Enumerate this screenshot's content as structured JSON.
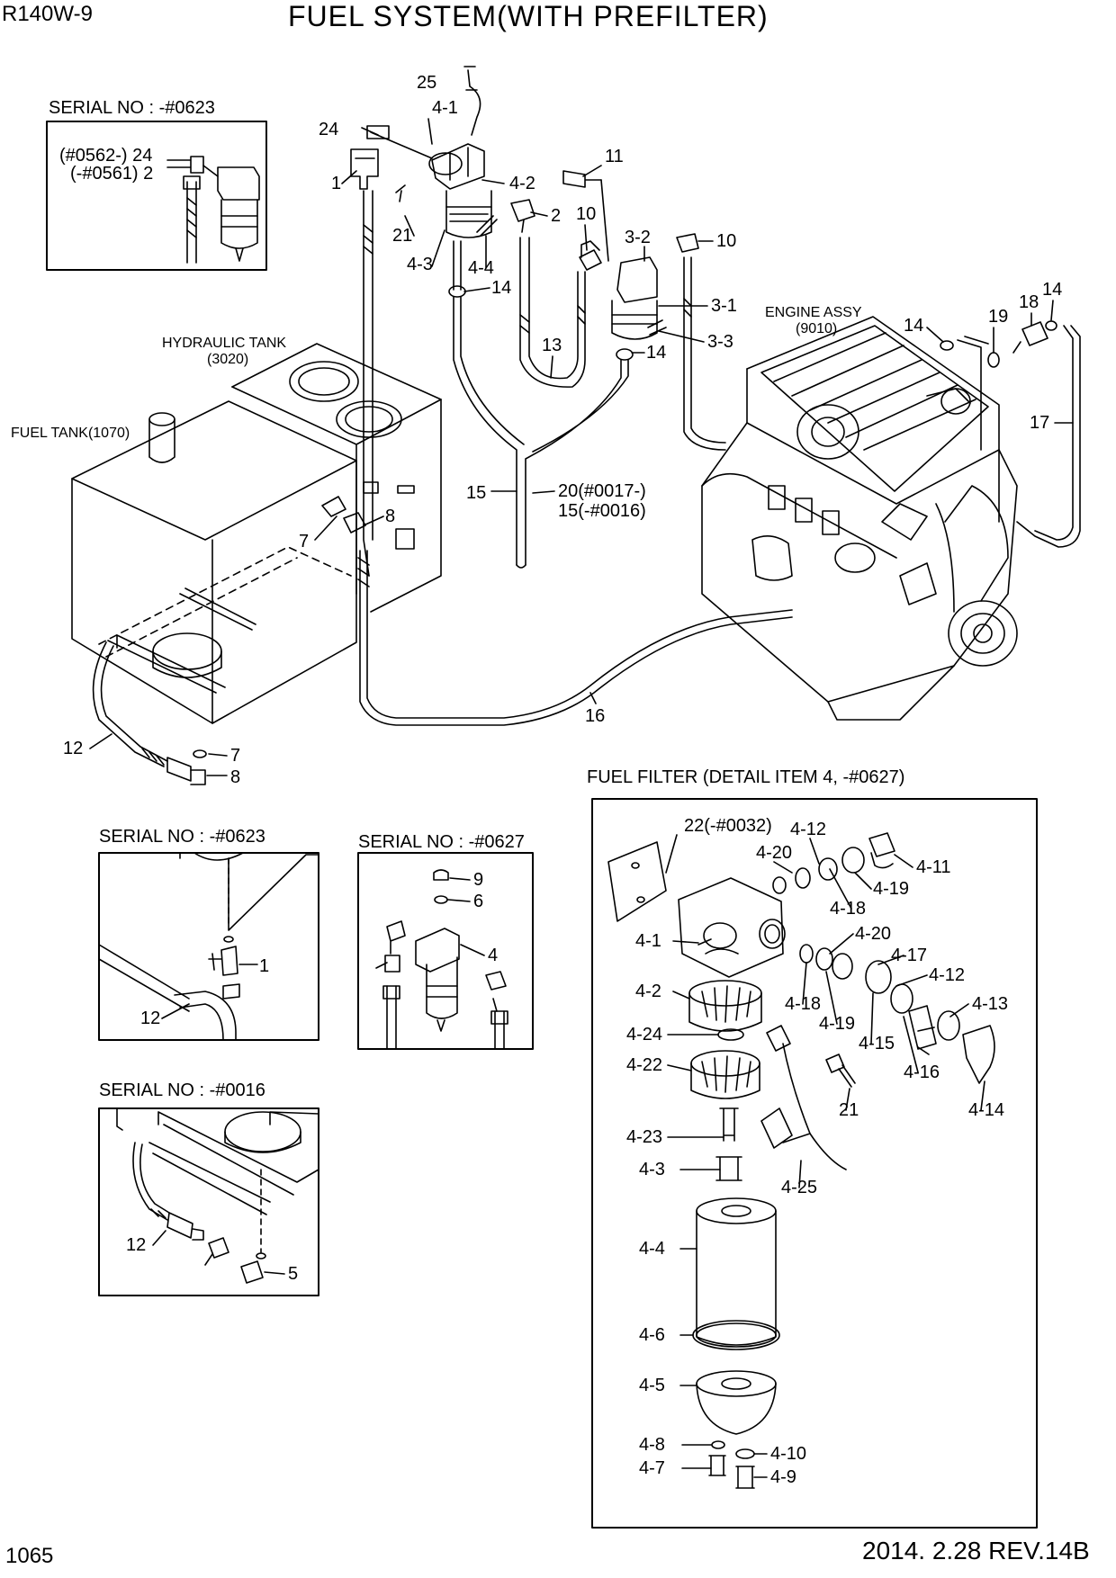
{
  "header": {
    "model": "R140W-9",
    "title": "FUEL SYSTEM(WITH PREFILTER)"
  },
  "footer": {
    "page_number": "1065",
    "revision": "2014. 2.28  REV.14B"
  },
  "captions": {
    "serial_0623_top": "SERIAL NO : -#0623",
    "hydraulic_tank": "HYDRAULIC TANK",
    "hydraulic_tank_code": "(3020)",
    "fuel_tank": "FUEL TANK(1070)",
    "engine_assy": "ENGINE ASSY",
    "engine_assy_code": "(9010)",
    "fuel_filter_detail": "FUEL FILTER (DETAIL ITEM 4, -#0627)",
    "serial_0623_mid": "SERIAL NO : -#0623",
    "serial_0627": "SERIAL NO : -#0627",
    "serial_0016": "SERIAL NO : -#0016"
  },
  "callouts": {
    "inset1_24": "(#0562-) 24",
    "inset1_2": "(-#0561) 2",
    "c25": "25",
    "c4_1": "4-1",
    "c24": "24",
    "c1": "1",
    "c4_2": "4-2",
    "c2": "2",
    "c21": "21",
    "c4_3": "4-3",
    "c4_4": "4-4",
    "c14_a": "14",
    "c11": "11",
    "c10_a": "10",
    "c3_2": "3-2",
    "c10_b": "10",
    "c3_1": "3-1",
    "c3_3": "3-3",
    "c14_b": "14",
    "c13": "13",
    "c14_c": "14",
    "c19": "19",
    "c18": "18",
    "c14_d": "14",
    "c17": "17",
    "c15": "15",
    "c20": "20(#0017-)",
    "c15_alt": "15(-#0016)",
    "c7_a": "7",
    "c8_a": "8",
    "c16": "16",
    "c12_a": "12",
    "c7_b": "7",
    "c8_b": "8",
    "s1_1": "1",
    "s1_12": "12",
    "s2_9": "9",
    "s2_6": "6",
    "s2_4": "4",
    "s3_12": "12",
    "s3_5": "5",
    "d22": "22(-#0032)",
    "d4_12a": "4-12",
    "d4_20a": "4-20",
    "d4_11": "4-11",
    "d4_19a": "4-19",
    "d4_18a": "4-18",
    "d4_1": "4-1",
    "d4_20b": "4-20",
    "d4_17": "4-17",
    "d4_12b": "4-12",
    "d4_2": "4-2",
    "d4_13": "4-13",
    "d4_18b": "4-18",
    "d4_19b": "4-19",
    "d4_24": "4-24",
    "d4_15": "4-15",
    "d4_16": "4-16",
    "d4_22": "4-22",
    "d4_14": "4-14",
    "d21": "21",
    "d4_23": "4-23",
    "d4_3": "4-3",
    "d4_25": "4-25",
    "d4_4": "4-4",
    "d4_6": "4-6",
    "d4_5": "4-5",
    "d4_8": "4-8",
    "d4_10": "4-10",
    "d4_7": "4-7",
    "d4_9": "4-9"
  }
}
